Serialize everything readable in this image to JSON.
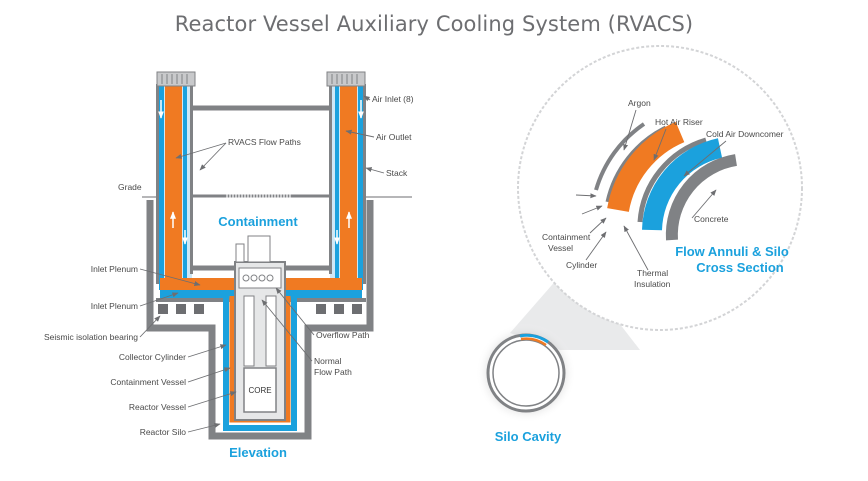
{
  "title": "Reactor Vessel Auxiliary Cooling System (RVACS)",
  "colors": {
    "hot_air": "#f07a22",
    "cold_air": "#1ba1dd",
    "steel": "#808285",
    "light_steel": "#c8c9cb",
    "section_title": "#1ba1dd",
    "text": "#4a4a4a"
  },
  "elevation": {
    "section_title": "Elevation",
    "containment_label": "Containment",
    "core_label": "CORE",
    "labels": {
      "air_inlet": "Air Inlet (8)",
      "air_outlet": "Air Outlet",
      "stack": "Stack",
      "rvacs_flow_paths": "RVACS Flow Paths",
      "grade": "Grade",
      "inlet_plenum_upper": "Inlet Plenum",
      "inlet_plenum_lower": "Inlet Plenum",
      "seismic_isolation_bearing": "Seismic isolation bearing",
      "collector_cylinder": "Collector Cylinder",
      "containment_vessel": "Containment Vessel",
      "reactor_vessel": "Reactor Vessel",
      "reactor_silo": "Reactor Silo",
      "overflow_path": "Overflow Path",
      "normal_flow_path_line1": "Normal",
      "normal_flow_path_line2": "Flow Path"
    }
  },
  "cross_section": {
    "title_line1": "Flow Annuli & Silo",
    "title_line2": "Cross Section",
    "labels": {
      "argon": "Argon",
      "hot_air_riser": "Hot Air Riser",
      "cold_air_downcomer": "Cold Air Downcomer",
      "concrete": "Concrete",
      "containment_vessel_line1": "Containment",
      "containment_vessel_line2": "Vessel",
      "cylinder": "Cylinder",
      "thermal_insulation_line1": "Thermal",
      "thermal_insulation_line2": "Insulation"
    }
  },
  "silo": {
    "title": "Silo Cavity"
  }
}
